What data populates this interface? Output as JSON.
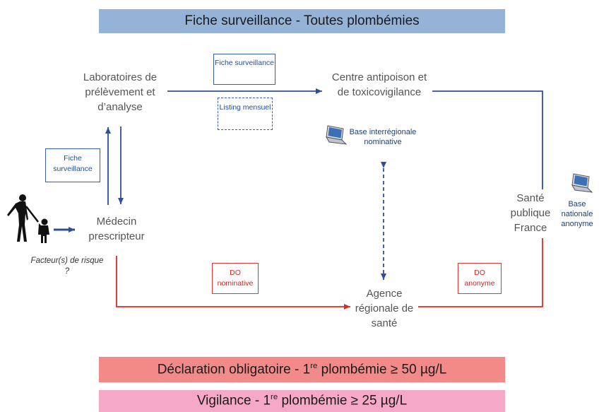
{
  "top_banner": "Fiche surveillance - Toutes plombémies",
  "nodes": {
    "laboratoires": "Laboratoires de prélèvement et d’analyse",
    "medecin": "Médecin prescripteur",
    "centre": "Centre antipoison et de toxicovigilance",
    "agence": "Agence régionale de santé",
    "sante_publique": "Santé publique France"
  },
  "notes": {
    "fiche_top": "Fiche surveillance",
    "listing": "Listing mensuel",
    "fiche_left": "Fiche surveillance",
    "do_nominative": "DO nominative",
    "do_anonyme": "DO anonyme"
  },
  "bases": {
    "interregionale": "Base interrégionale nominative",
    "nationale": "Base nationale anonyme"
  },
  "risk_label": "Facteur(s) de risque ?",
  "bottom_banners": {
    "do_prefix": "Déclaration obligatoire - 1",
    "do_suffix": " plombémie ≥ 50 µg/L",
    "vig_prefix": "Vigilance - 1",
    "vig_suffix": " plombémie ≥ 25 µg/L",
    "superscript": "re"
  },
  "icons": [
    "laptop-icon",
    "family-silhouette-icon"
  ],
  "colors": {
    "blue_flow": "#2f4f9a",
    "red_flow": "#d92b2b",
    "top_banner": "#95b3d7",
    "do_banner": "#f28a8a",
    "vigilance_banner": "#f6a9c6"
  }
}
